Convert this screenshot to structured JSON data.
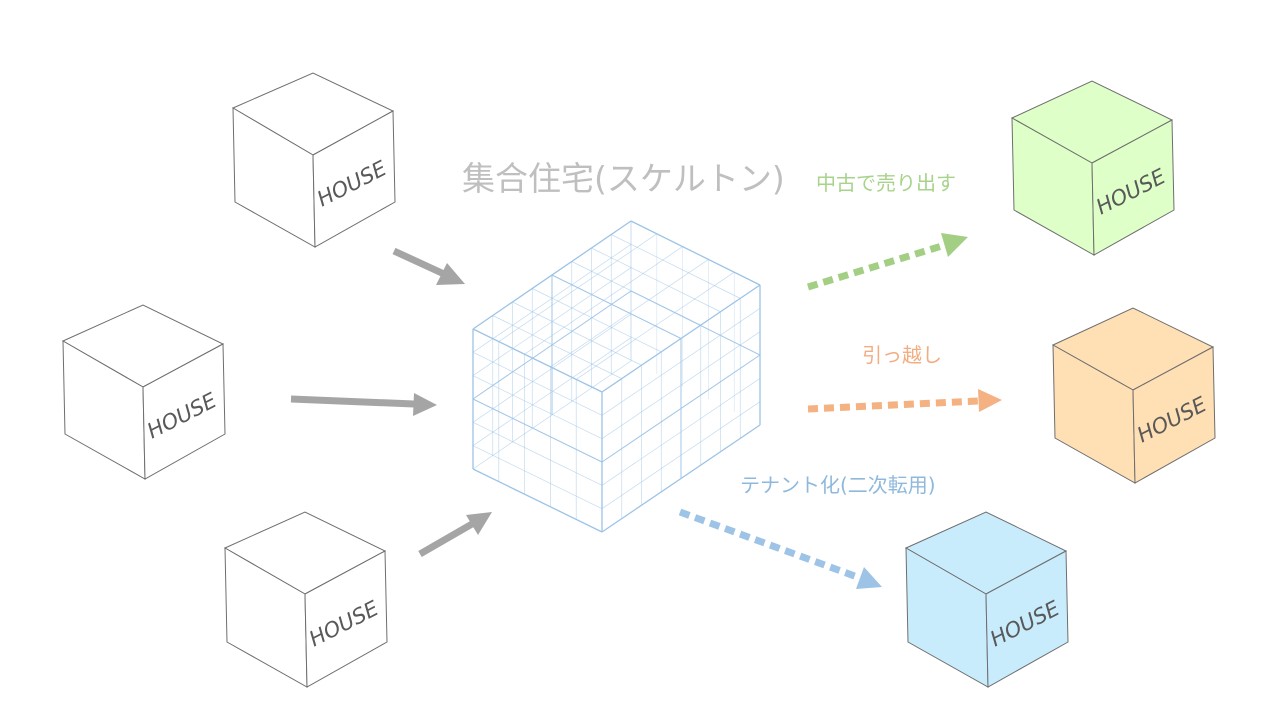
{
  "title": "集合住宅(スケルトン)",
  "house_label": "HOUSE",
  "inputs": [
    {
      "label": "HOUSE"
    },
    {
      "label": "HOUSE"
    },
    {
      "label": "HOUSE"
    }
  ],
  "outputs": [
    {
      "label": "HOUSE",
      "caption": "中古で売り出す",
      "color": "#dfffc8",
      "arrow_color": "#a3cf84",
      "text_color": "#a7d38b"
    },
    {
      "label": "HOUSE",
      "caption": "引っ越し",
      "color": "#ffdfb4",
      "arrow_color": "#f4b182",
      "text_color": "#f2ae82"
    },
    {
      "label": "HOUSE",
      "caption": "テナント化(二次転用)",
      "color": "#c9ecfd",
      "arrow_color": "#9dc3e6",
      "text_color": "#8fb9dc"
    }
  ],
  "colors": {
    "input_arrow": "#a5a5a5",
    "title_text": "#bfbfbf",
    "skeleton_line": "#9dc3e6",
    "cube_stroke": "#6e6e6e"
  }
}
